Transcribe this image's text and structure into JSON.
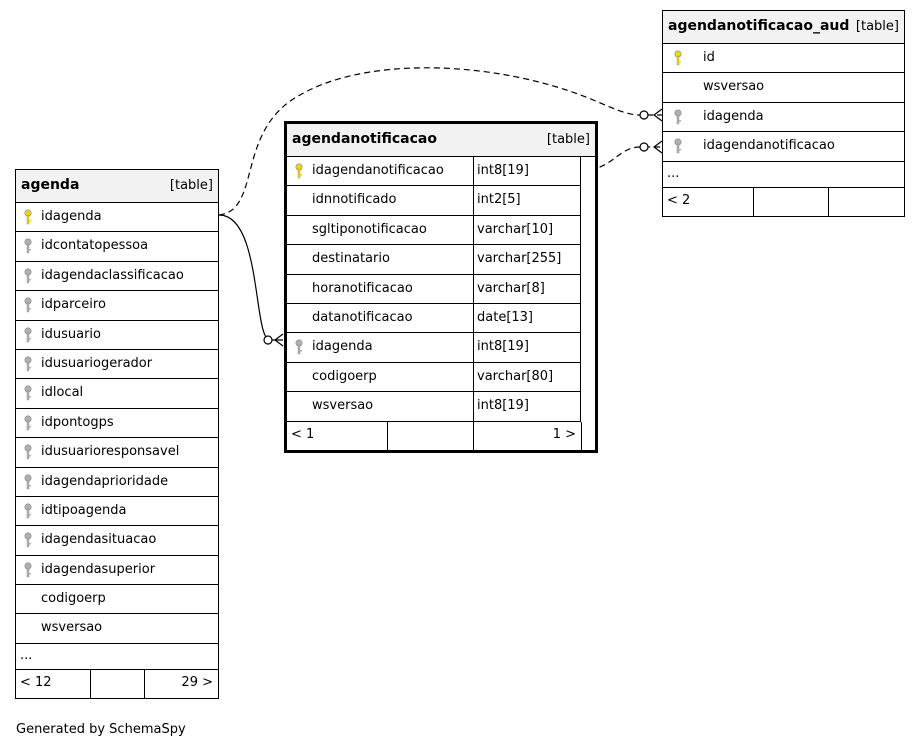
{
  "tables": {
    "agenda": {
      "name": "agenda",
      "kind": "[table]",
      "columns": [
        {
          "name": "idagenda",
          "key": "primary"
        },
        {
          "name": "idcontatopessoa",
          "key": "foreign"
        },
        {
          "name": "idagendaclassificacao",
          "key": "foreign"
        },
        {
          "name": "idparceiro",
          "key": "foreign"
        },
        {
          "name": "idusuario",
          "key": "foreign"
        },
        {
          "name": "idusuariogerador",
          "key": "foreign"
        },
        {
          "name": "idlocal",
          "key": "foreign"
        },
        {
          "name": "idpontogps",
          "key": "foreign"
        },
        {
          "name": "idusuarioresponsavel",
          "key": "foreign"
        },
        {
          "name": "idagendaprioridade",
          "key": "foreign"
        },
        {
          "name": "idtipoagenda",
          "key": "foreign"
        },
        {
          "name": "idagendasituacao",
          "key": "foreign"
        },
        {
          "name": "idagendasuperior",
          "key": "foreign"
        },
        {
          "name": "codigoerp",
          "key": "none"
        },
        {
          "name": "wsversao",
          "key": "none"
        }
      ],
      "ellipsis": "...",
      "footer": {
        "left": "< 12",
        "right": "29  >"
      }
    },
    "agendanotificacao": {
      "name": "agendanotificacao",
      "kind": "[table]",
      "columns": [
        {
          "name": "idagendanotificacao",
          "type": "int8[19]",
          "key": "primary"
        },
        {
          "name": "idnnotificado",
          "type": "int2[5]",
          "key": "none"
        },
        {
          "name": "sgltiponotificacao",
          "type": "varchar[10]",
          "key": "none"
        },
        {
          "name": "destinatario",
          "type": "varchar[255]",
          "key": "none"
        },
        {
          "name": "horanotificacao",
          "type": "varchar[8]",
          "key": "none"
        },
        {
          "name": "datanotificacao",
          "type": "date[13]",
          "key": "none"
        },
        {
          "name": "idagenda",
          "type": "int8[19]",
          "key": "foreign"
        },
        {
          "name": "codigoerp",
          "type": "varchar[80]",
          "key": "none"
        },
        {
          "name": "wsversao",
          "type": "int8[19]",
          "key": "none"
        }
      ],
      "footer": {
        "left": "< 1",
        "right": "1  >"
      }
    },
    "agendanotificacao_aud": {
      "name": "agendanotificacao_aud",
      "kind": "[table]",
      "columns": [
        {
          "name": "id",
          "key": "primary"
        },
        {
          "name": "wsversao",
          "key": "none"
        },
        {
          "name": "idagenda",
          "key": "foreign"
        },
        {
          "name": "idagendanotificacao",
          "key": "foreign"
        }
      ],
      "ellipsis": "...",
      "footer": {
        "left": "< 2",
        "right": ""
      }
    }
  },
  "generated_by": "Generated by SchemaSpy",
  "colors": {
    "primary_key": "#f2d700",
    "foreign_key": "#b0b0b0",
    "header_bg": "#f2f2f2"
  }
}
